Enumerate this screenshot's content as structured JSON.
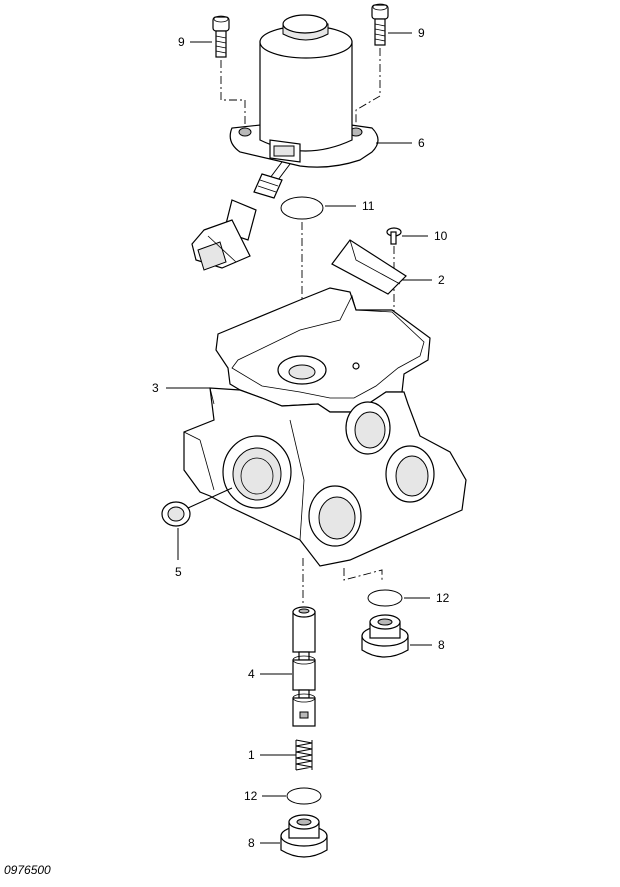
{
  "drawing_code": "0976500",
  "callouts": [
    {
      "id": "c9a",
      "text": "9"
    },
    {
      "id": "c9b",
      "text": "9"
    },
    {
      "id": "c6",
      "text": "6"
    },
    {
      "id": "c11",
      "text": "11"
    },
    {
      "id": "c10",
      "text": "10"
    },
    {
      "id": "c2",
      "text": "2"
    },
    {
      "id": "c3",
      "text": "3"
    },
    {
      "id": "c5",
      "text": "5"
    },
    {
      "id": "c12a",
      "text": "12"
    },
    {
      "id": "c8a",
      "text": "8"
    },
    {
      "id": "c4",
      "text": "4"
    },
    {
      "id": "c1",
      "text": "1"
    },
    {
      "id": "c12b",
      "text": "12"
    },
    {
      "id": "c8b",
      "text": "8"
    }
  ]
}
